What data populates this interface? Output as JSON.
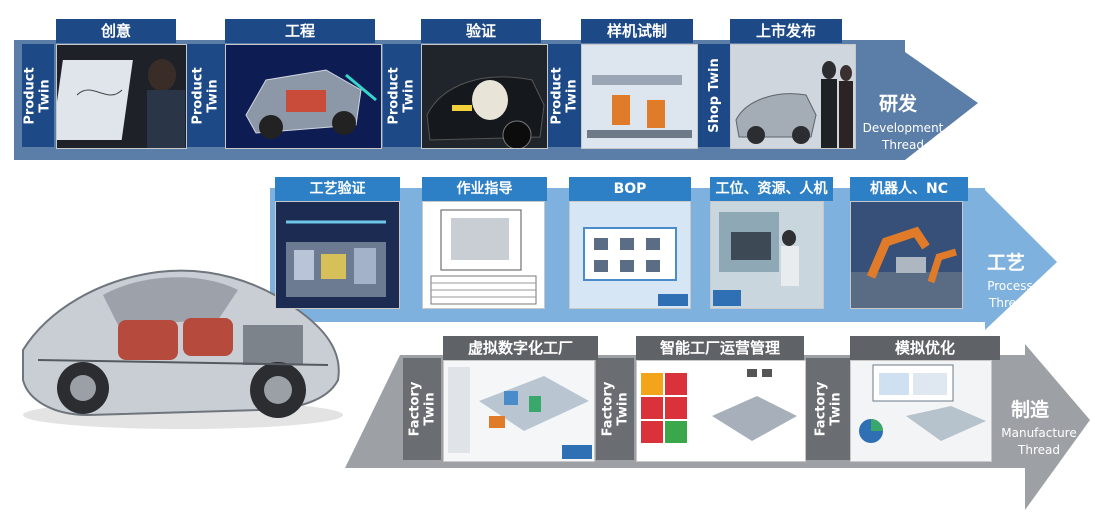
{
  "rows": [
    {
      "id": "development",
      "title": "研发",
      "subtitle": "Development\nThread",
      "panels": [
        {
          "tab": "创意",
          "side": "Product\nTwin",
          "image": "designer-drawing-tablet"
        },
        {
          "tab": "工程",
          "side": "Product\nTwin",
          "image": "car-chassis-cad"
        },
        {
          "tab": "验证",
          "side": "Product\nTwin",
          "image": "crash-test-airbag"
        },
        {
          "tab": "样机试制",
          "side": "Product\nTwin",
          "image": "assembly-line-sim"
        },
        {
          "tab": "上市发布",
          "side": "Shop Twin",
          "image": "car-showroom"
        }
      ]
    },
    {
      "id": "process",
      "title": "工艺",
      "subtitle": "Process\nThread",
      "panels": [
        {
          "tab": "工艺验证",
          "image": "plant-layout-3d"
        },
        {
          "tab": "作业指导",
          "image": "work-instruction-drawing"
        },
        {
          "tab": "BOP",
          "image": "bop-flow"
        },
        {
          "tab": "工位、资源、人机",
          "image": "workstation-ergonomics"
        },
        {
          "tab": "机器人、NC",
          "image": "robot-cell"
        }
      ]
    },
    {
      "id": "manufacture",
      "title": "制造",
      "subtitle": "Manufacture\nThread",
      "panels": [
        {
          "tab": "虚拟数字化工厂",
          "side": "Factory\nTwin",
          "image": "virtual-factory"
        },
        {
          "tab": "智能工厂运营管理",
          "side": "Factory\nTwin",
          "image": "factory-dashboard"
        },
        {
          "tab": "模拟优化",
          "side": "Factory\nTwin",
          "image": "simulation-charts"
        }
      ]
    }
  ],
  "colors": {
    "dev_arrow": "#5b7ea8",
    "process_arrow": "#7fb1de",
    "mfg_arrow": "#9da1a6",
    "dark_tab": "#1d4a86",
    "blue_tab": "#2d7fc6",
    "gray_tab": "#5f6368"
  },
  "car_image": "cutaway-sports-car"
}
